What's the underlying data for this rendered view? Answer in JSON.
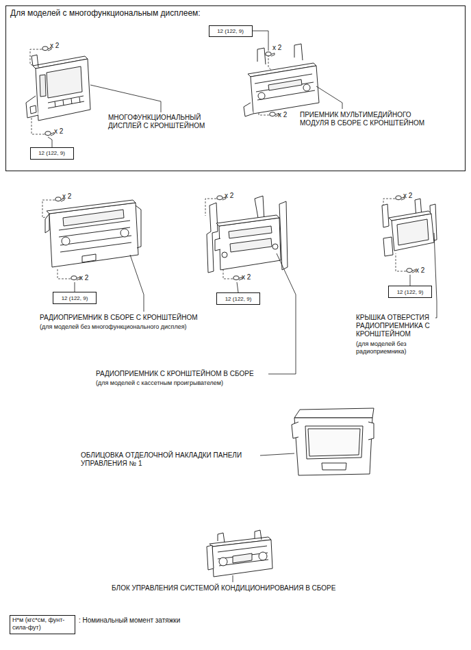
{
  "diagram": {
    "nodes": [
      {
        "text": [
          "Для моделей с многофункциональным дисплеем:"
        ]
      },
      {
        "text": [
          "12 (122, 9)"
        ],
        "in": 0
      },
      {
        "text": [
          "12 (122, 9)"
        ],
        "in": 0
      },
      {
        "text": [
          "12 (122, 9)"
        ]
      },
      {
        "text": [
          "12 (122, 9)"
        ]
      },
      {
        "text": [
          "12 (122, 9)"
        ]
      },
      {
        "text": [
          "Н*м (кгс*см, фунт-сила-фут)",
          ": Номинальный момент затяжки"
        ]
      }
    ],
    "labels": [
      "x 2",
      "x 2",
      "МНОГОФУНКЦИОНАЛЬНЫЙ ДИСПЛЕЙ С КРОНШТЕЙНОМ",
      "x 2",
      "x 2",
      "ПРИЕМНИК МУЛЬТИМЕДИЙНОГО МОДУЛЯ В СБОРЕ С КРОНШТЕЙНОМ",
      "x 2",
      "x 2",
      "x 2",
      "x 2",
      "x 2",
      "x 2",
      "РАДИОПРИЕМНИК В СБОРЕ С КРОНШТЕЙНОМ",
      "(для моделей без многофункционального дисплея)",
      "КРЫШКА ОТВЕРСТИЯ РАДИОПРИЕМНИКА С КРОНШТЕЙНОМ",
      "(для моделей без радиоприемника)",
      "РАДИОПРИЕМНИК С КРОНШТЕЙНОМ В СБОРЕ",
      "(для моделей с кассетным проигрывателем)",
      "ОБЛИЦОВКА ОТДЕЛОЧНОЙ НАКЛАДКИ ПАНЕЛИ УПРАВЛЕНИЯ № 1",
      "БЛОК УПРАВЛЕНИЯ СИСТЕМОЙ КОНДИЦИОНИРОВАНИЯ В СБОРЕ"
    ]
  }
}
